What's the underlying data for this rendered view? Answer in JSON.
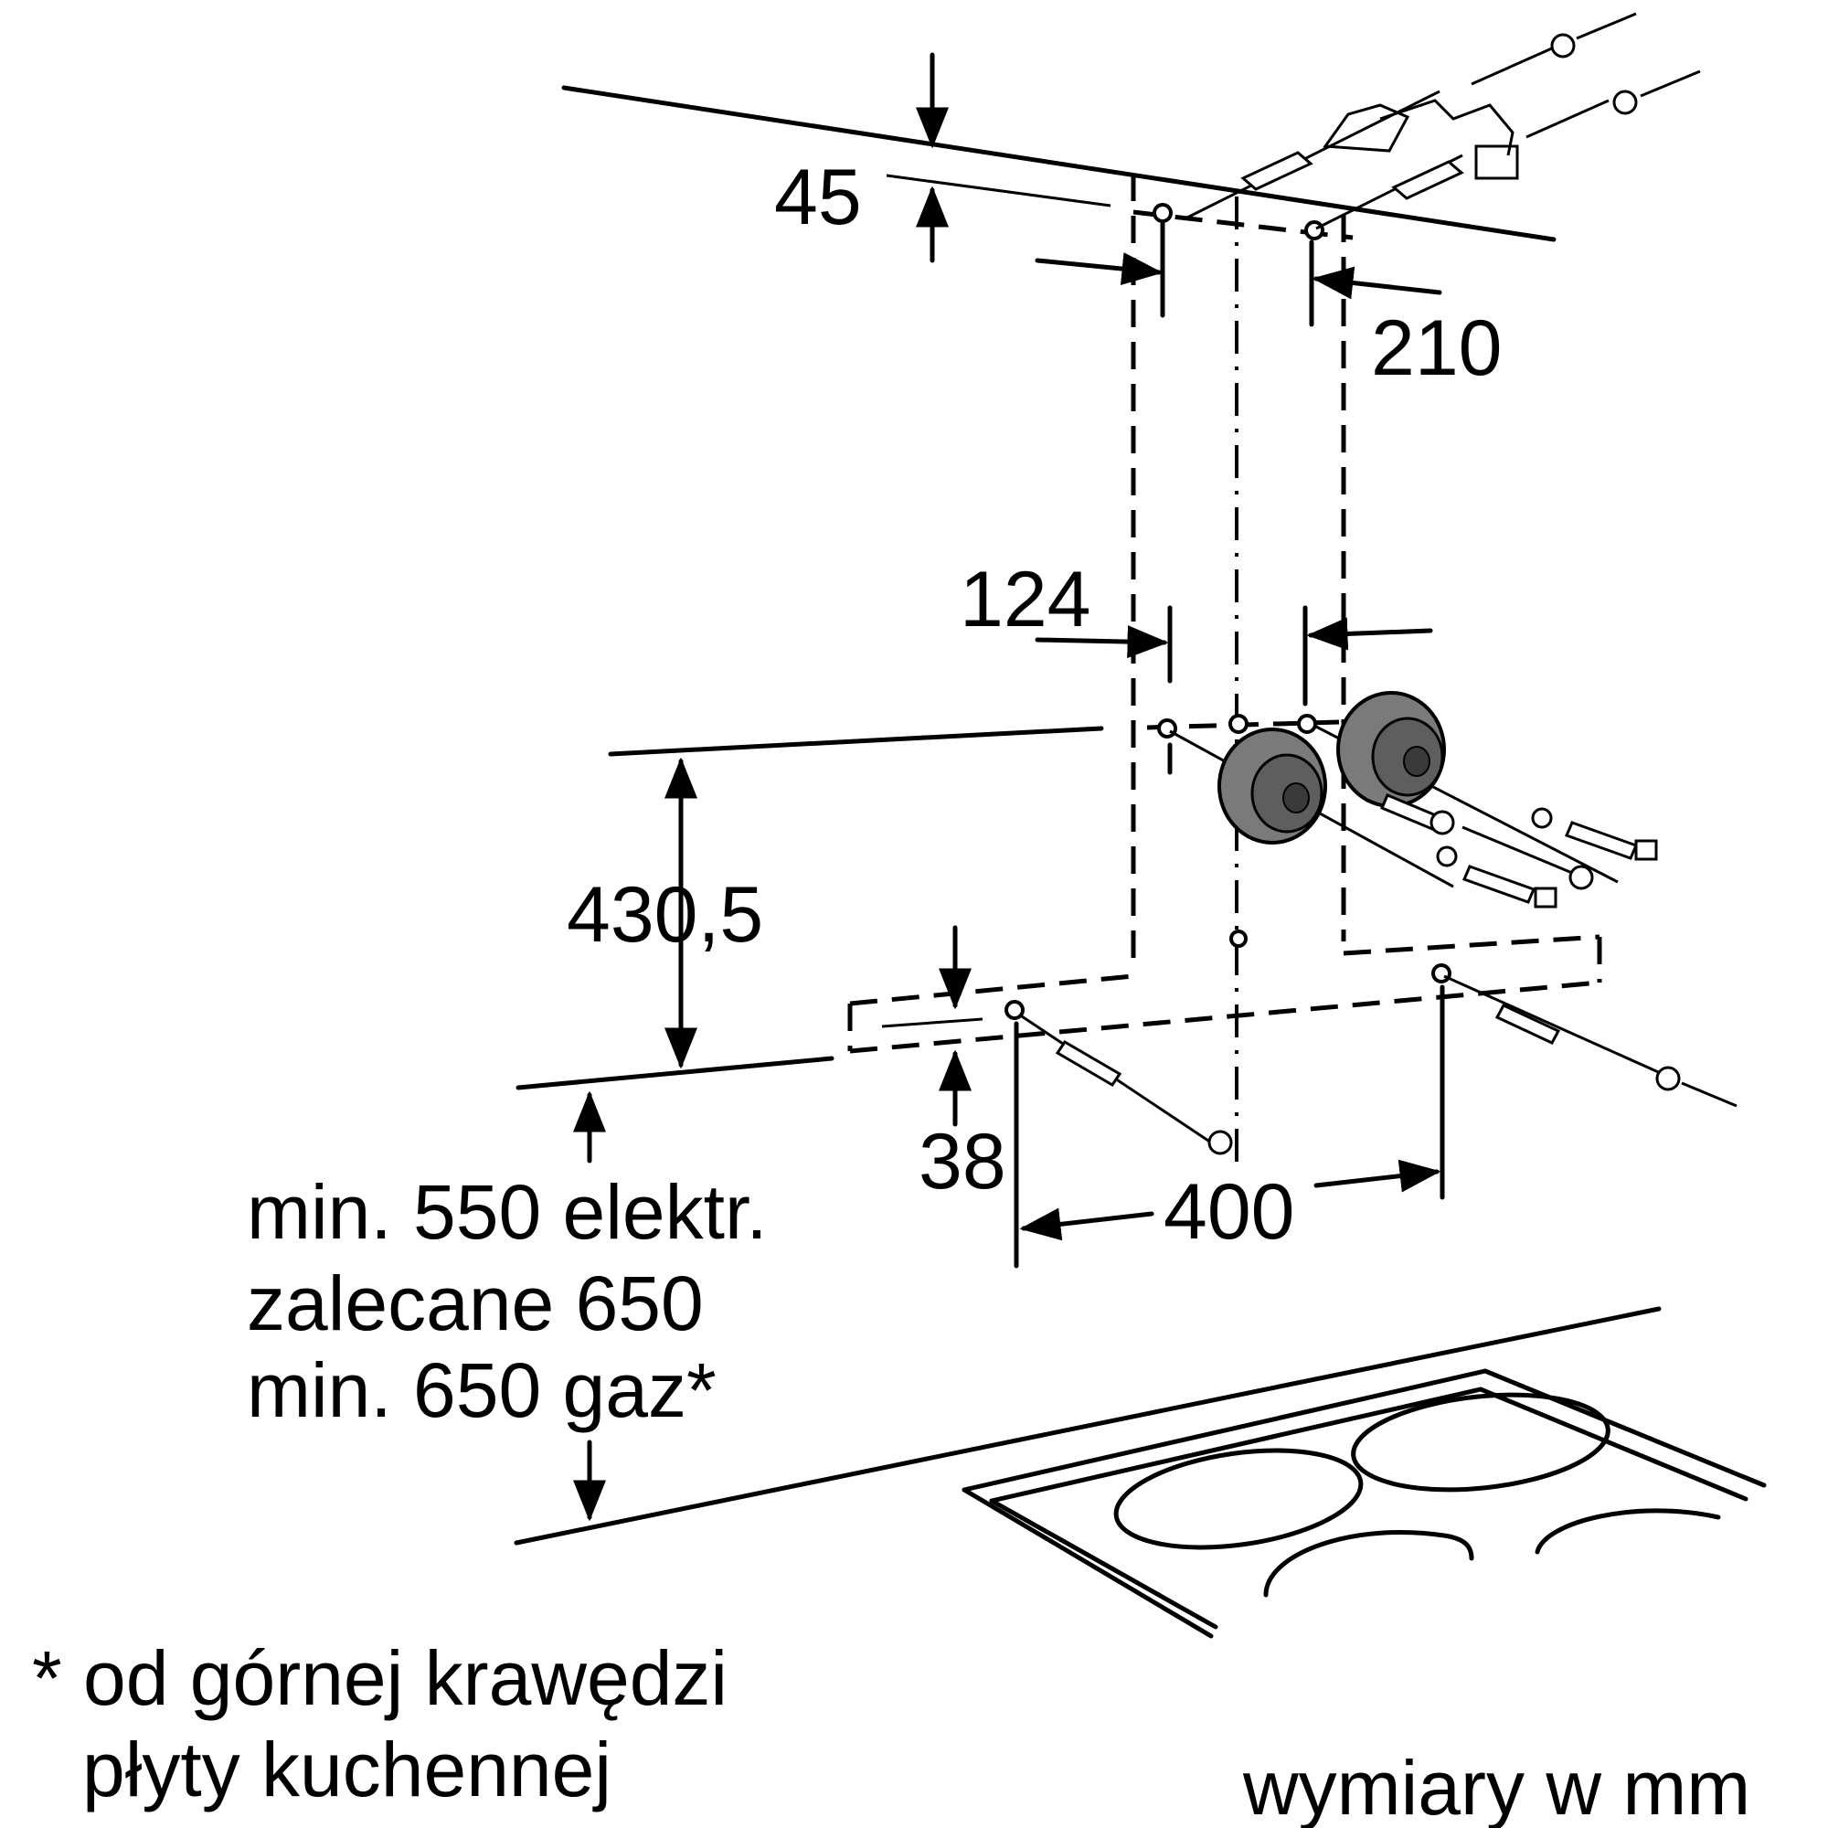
{
  "dimensions": {
    "d45": "45",
    "d210": "210",
    "d124": "124",
    "d430": "430,5",
    "d38": "38",
    "d400": "400"
  },
  "clearance": {
    "line1": "min. 550 elektr.",
    "line2": "zalecane 650",
    "line3": "min. 650 gaz*"
  },
  "footnote": {
    "line1": "* od górnej krawędzi",
    "line2": "płyty kuchennej"
  },
  "units": "wymiary w mm",
  "colors": {
    "line": "#000000",
    "grommet": "#7a7a7a",
    "background": "#ffffff"
  }
}
